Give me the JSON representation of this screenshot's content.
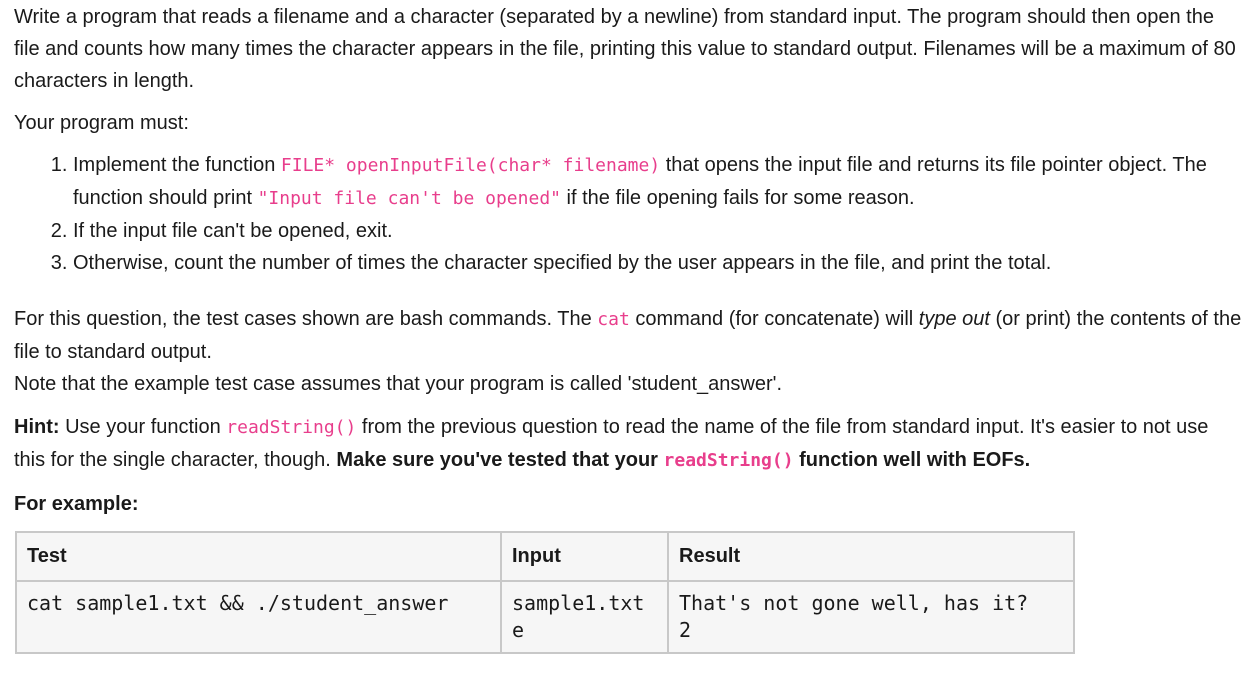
{
  "intro": {
    "text": "Write a program that reads a filename and a character (separated by a newline) from standard input. The program should then open the file and counts how many times the character appears in the file, printing this value to standard output. Filenames will be a maximum of 80 characters in length."
  },
  "must_heading": "Your program must:",
  "requirements": {
    "item1_pre": "Implement the function ",
    "item1_code": "FILE* openInputFile(char* filename)",
    "item1_mid": " that opens the input file and returns its file pointer object. The function should print ",
    "item1_code2": "\"Input file can't be opened\"",
    "item1_post": " if the file opening fails for some reason.",
    "item2": "If the input file can't be opened, exit.",
    "item3": "Otherwise, count the number of times the character specified by the user appears in the file, and print the total."
  },
  "question": {
    "pre": "For this question, the test cases shown are bash commands. The ",
    "code": "cat",
    "mid": " command (for concatenate) will ",
    "em": "type out",
    "post": " (or print) the contents of the file to standard output.",
    "note": "Note that the example test case assumes that your program is called 'student_answer'."
  },
  "hint": {
    "label": "Hint:",
    "pre": " Use your function ",
    "code": "readString()",
    "post": " from the previous question to read the name of the file from standard input. It's easier to not use this for the single character, though. ",
    "bold_pre": "Make sure you've tested that your ",
    "bold_code": "readString()",
    "bold_post": " function well with EOFs."
  },
  "example_heading": "For example:",
  "table": {
    "headers": [
      "Test",
      "Input",
      "Result"
    ],
    "rows": [
      {
        "test": "cat sample1.txt && ./student_answer",
        "input": "sample1.txt\ne",
        "result": "That's not gone well, has it?\n2"
      }
    ]
  }
}
